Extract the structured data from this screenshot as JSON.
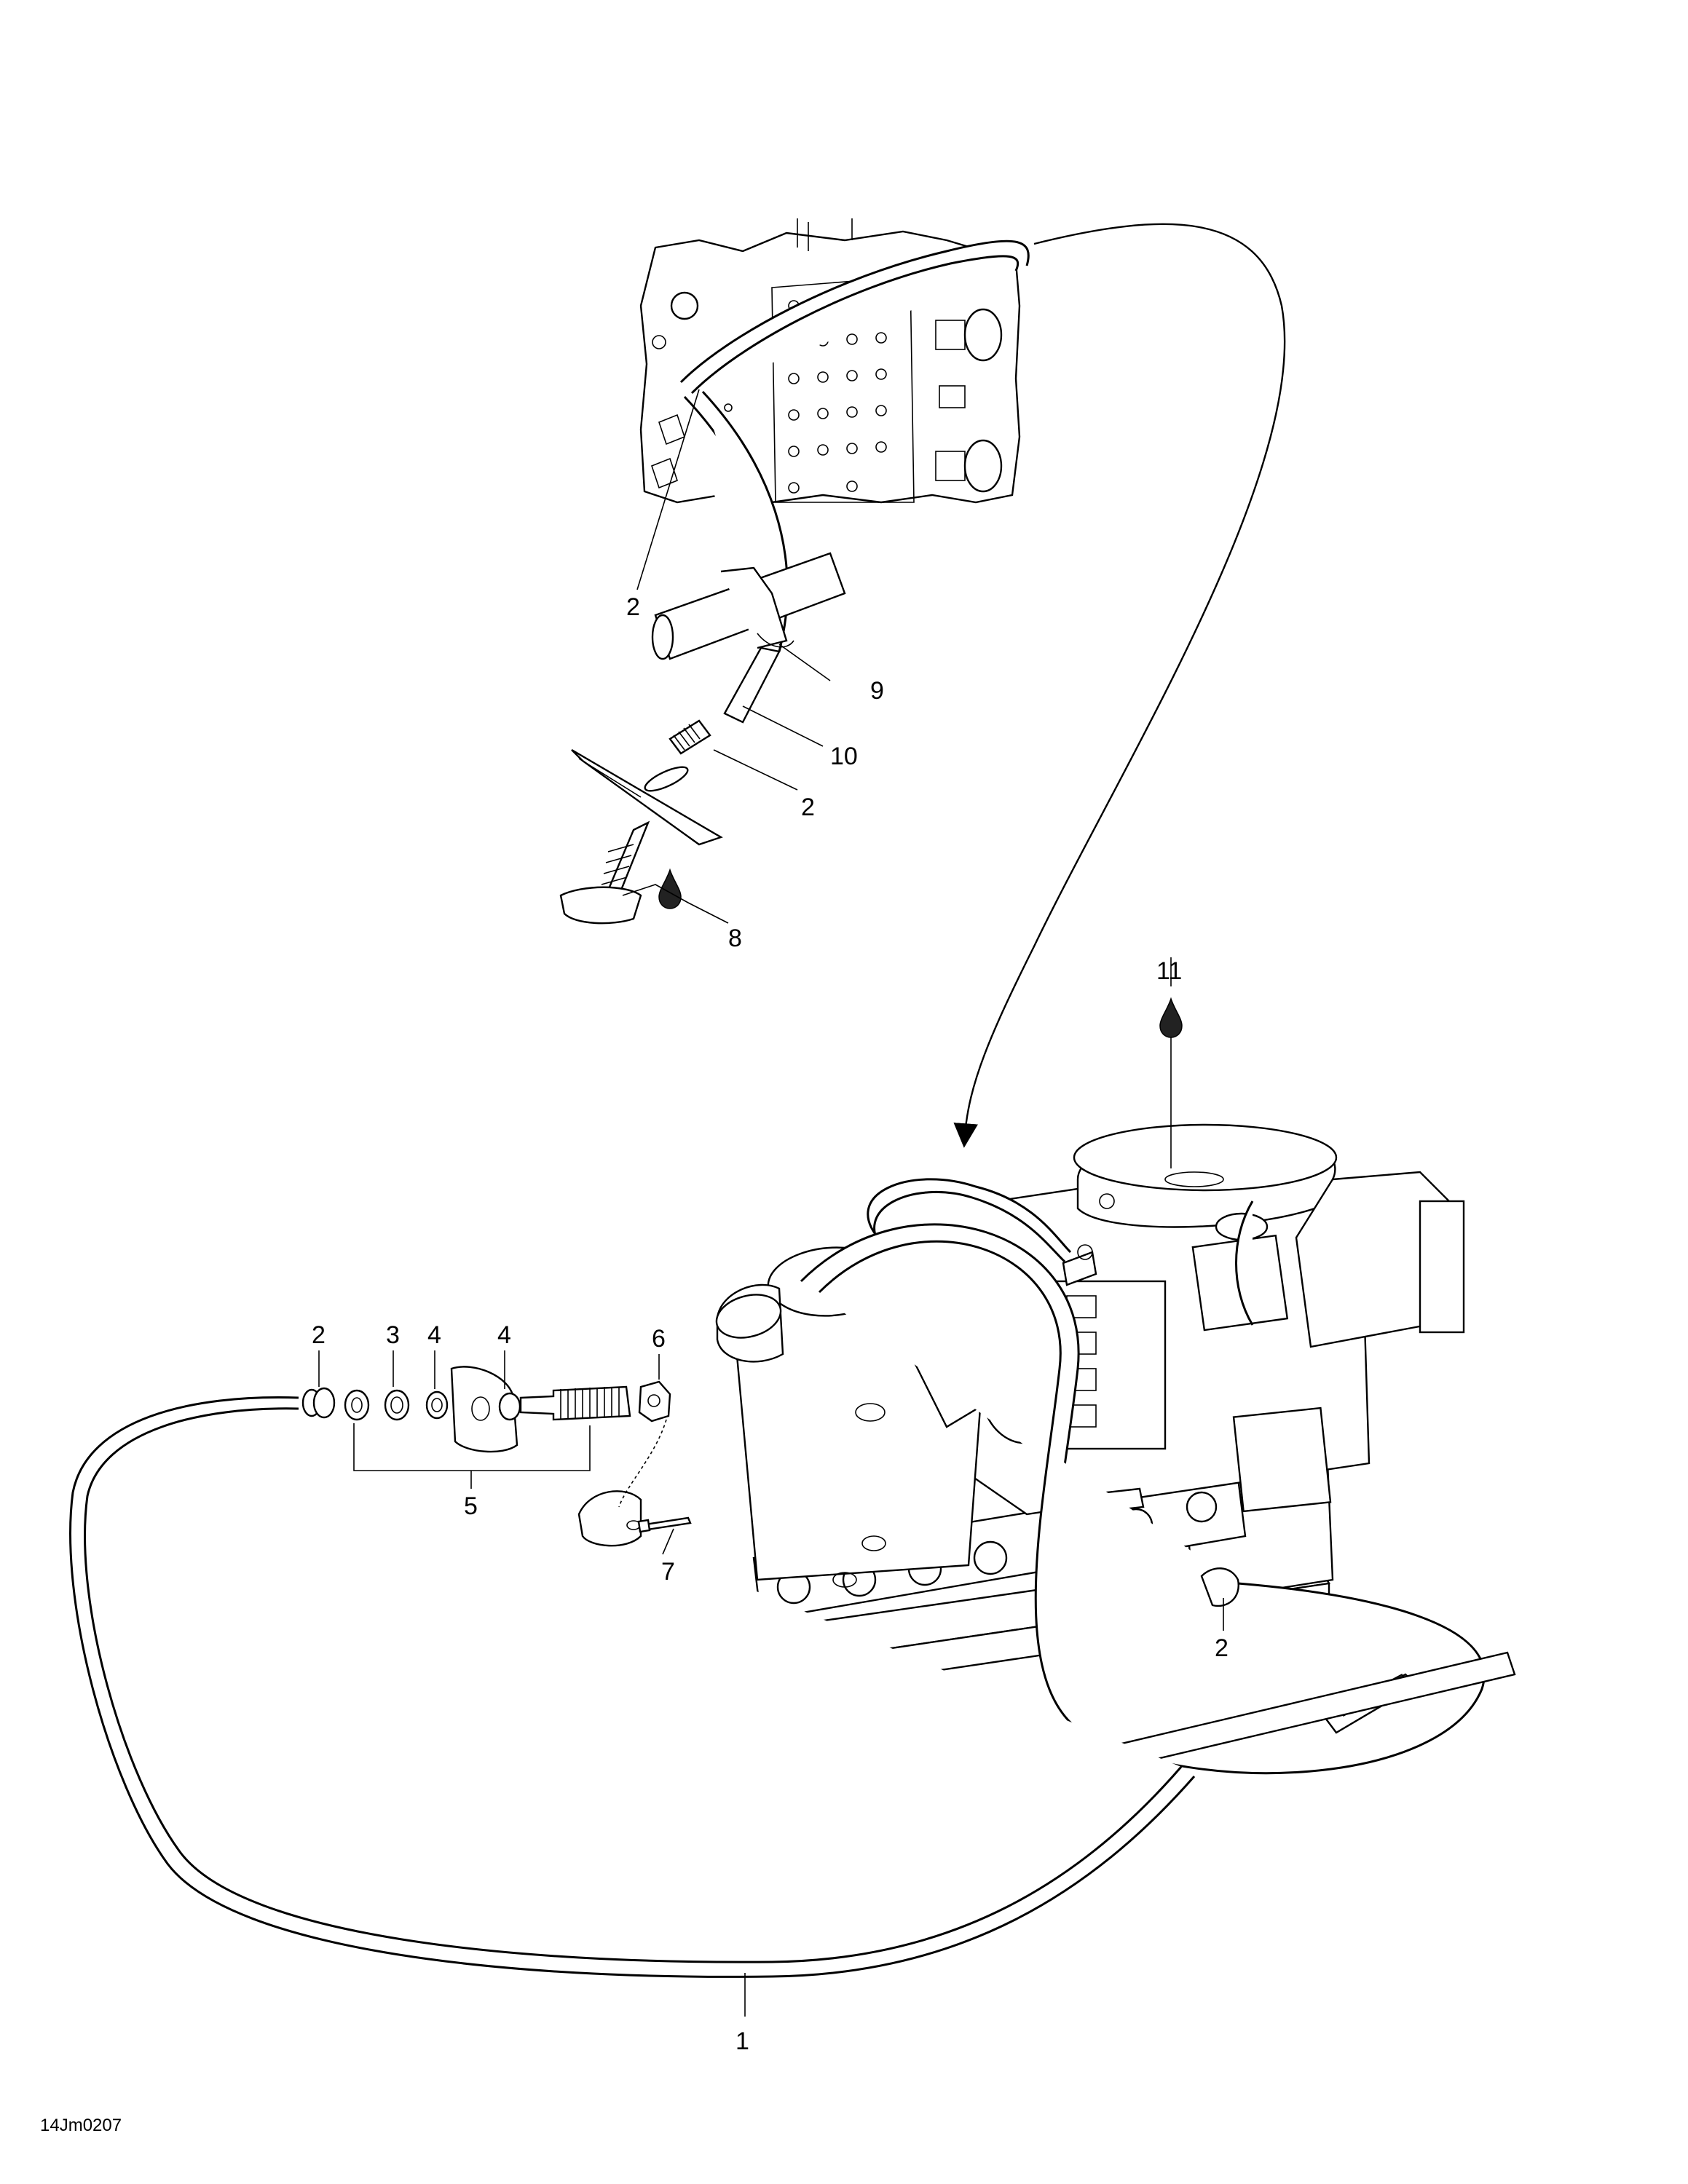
{
  "callouts": [
    {
      "id": "c1",
      "label": "1"
    },
    {
      "id": "c2a",
      "label": "2"
    },
    {
      "id": "c2b",
      "label": "2"
    },
    {
      "id": "c2c",
      "label": "2"
    },
    {
      "id": "c2d",
      "label": "2"
    },
    {
      "id": "c3",
      "label": "3"
    },
    {
      "id": "c4a",
      "label": "4"
    },
    {
      "id": "c4b",
      "label": "4"
    },
    {
      "id": "c5",
      "label": "5"
    },
    {
      "id": "c6",
      "label": "6"
    },
    {
      "id": "c7",
      "label": "7"
    },
    {
      "id": "c8",
      "label": "8"
    },
    {
      "id": "c9",
      "label": "9"
    },
    {
      "id": "c10",
      "label": "10"
    },
    {
      "id": "c11",
      "label": "11"
    }
  ],
  "doc_code": "14Jm0207",
  "icons": {
    "sealant_drop": "drop-icon",
    "direction_arrow": "arrow-icon"
  },
  "colors": {
    "line": "#000000",
    "background": "#ffffff"
  }
}
